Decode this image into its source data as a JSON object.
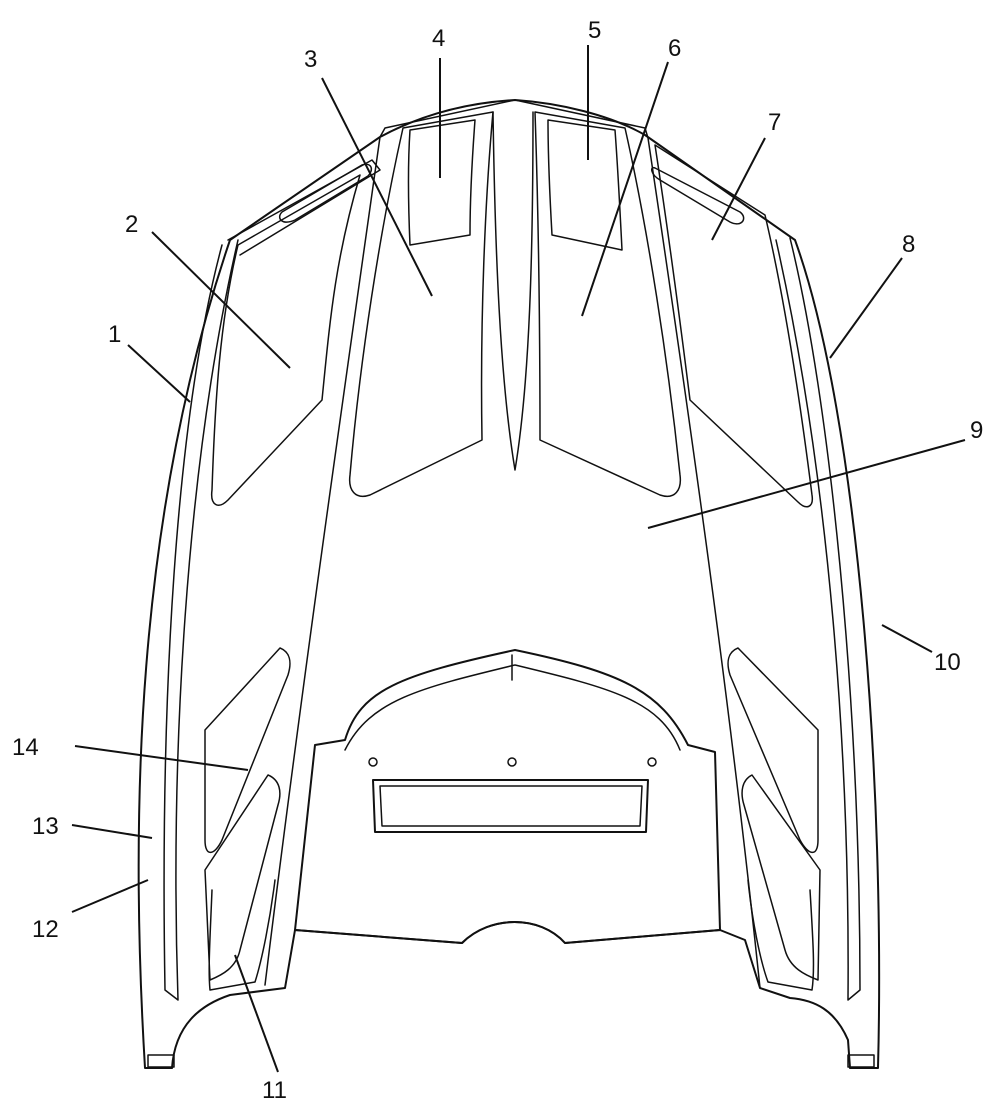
{
  "callouts": [
    {
      "id": "c1",
      "label": "1"
    },
    {
      "id": "c2",
      "label": "2"
    },
    {
      "id": "c3",
      "label": "3"
    },
    {
      "id": "c4",
      "label": "4"
    },
    {
      "id": "c5",
      "label": "5"
    },
    {
      "id": "c6",
      "label": "6"
    },
    {
      "id": "c7",
      "label": "7"
    },
    {
      "id": "c8",
      "label": "8"
    },
    {
      "id": "c9",
      "label": "9"
    },
    {
      "id": "c10",
      "label": "10"
    },
    {
      "id": "c11",
      "label": "11"
    },
    {
      "id": "c12",
      "label": "12"
    },
    {
      "id": "c13",
      "label": "13"
    },
    {
      "id": "c14",
      "label": "14"
    }
  ]
}
